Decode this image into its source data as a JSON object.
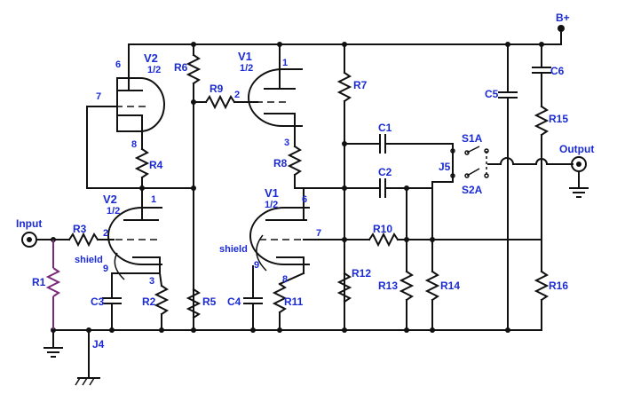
{
  "labels": {
    "bplus": "B+",
    "output": "Output",
    "input": "Input",
    "j4": "J4",
    "j5": "J5",
    "s1a": "S1A",
    "s2a": "S2A",
    "v2_top": "V2",
    "v2_top_half": "1/2",
    "v2_bot": "V2",
    "v2_bot_half": "1/2",
    "v1_top": "V1",
    "v1_top_half": "1/2",
    "v1_bot": "V1",
    "v1_bot_half": "1/2",
    "shield_left": "shield",
    "shield_right": "shield",
    "r1": "R1",
    "r2": "R2",
    "r3": "R3",
    "r4": "R4",
    "r5": "R5",
    "r6": "R6",
    "r7": "R7",
    "r8": "R8",
    "r9": "R9",
    "r10": "R10",
    "r11": "R11",
    "r12": "R12",
    "r13": "R13",
    "r14": "R14",
    "r15": "R15",
    "r16": "R16",
    "c1": "C1",
    "c2": "C2",
    "c3": "C3",
    "c4": "C4",
    "c5": "C5",
    "c6": "C6",
    "pin_v2t_6": "6",
    "pin_v2t_7": "7",
    "pin_v2t_8": "8",
    "pin_v2b_1": "1",
    "pin_v2b_2": "2",
    "pin_v2b_3": "3",
    "pin_v2b_9": "9",
    "pin_v1t_1": "1",
    "pin_v1t_2": "2",
    "pin_v1t_3": "3",
    "pin_v1b_6": "6",
    "pin_v1b_7": "7",
    "pin_v1b_8": "8",
    "pin_v1b_9": "9"
  }
}
